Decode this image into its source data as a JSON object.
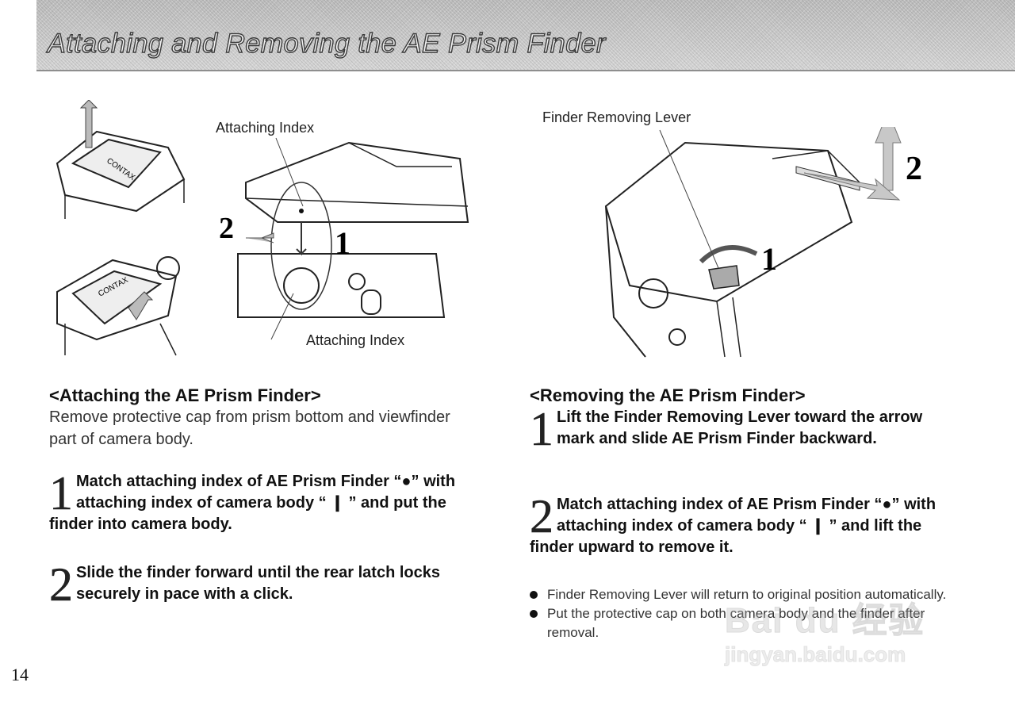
{
  "header": {
    "title": "Attaching and Removing the AE Prism Finder"
  },
  "illustrations": {
    "left_labels": {
      "attaching_index_top": "Attaching Index",
      "attaching_index_bottom": "Attaching Index"
    },
    "left_brand_text": "CONTAX",
    "left_step_2": "2",
    "left_step_1": "1",
    "right_labels": {
      "finder_removing_lever": "Finder Removing Lever"
    },
    "right_step_2": "2",
    "right_step_1": "1"
  },
  "attaching": {
    "heading": "<Attaching the AE Prism Finder>",
    "intro": "Remove protective cap from prism bottom and viewfinder part of camera body.",
    "steps": [
      {
        "num": "1",
        "text": "Match attaching index of AE Prism Finder “●” with attaching index of camera body “ ❙ ” and put the finder into camera body."
      },
      {
        "num": "2",
        "text": "Slide the finder forward until the rear latch locks securely in pace with a click."
      }
    ]
  },
  "removing": {
    "heading": "<Removing the AE Prism Finder>",
    "steps": [
      {
        "num": "1",
        "text": "Lift the Finder Removing Lever toward the arrow mark and slide AE Prism Finder backward."
      },
      {
        "num": "2",
        "text": "Match attaching index of AE Prism Finder “●” with attaching index of camera body “ ❙ ” and lift the finder upward to remove it."
      }
    ],
    "notes": [
      "Finder Removing Lever will return to original position automatically.",
      "Put the protective cap on both camera body and the finder after removal."
    ]
  },
  "page_number": "14",
  "watermark": {
    "brand": "Bai du 经验",
    "url": "jingyan.baidu.com"
  }
}
